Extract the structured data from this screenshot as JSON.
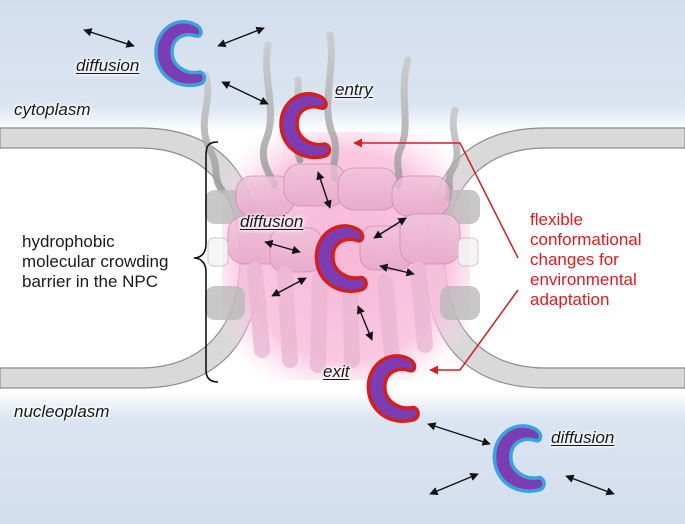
{
  "labels": {
    "diffusion_top": "diffusion",
    "entry": "entry",
    "cytoplasm": "cytoplasm",
    "diffusion_mid": "diffusion",
    "exit": "exit",
    "nucleoplasm": "nucleoplasm",
    "diffusion_bottom": "diffusion",
    "barrier": [
      "hydrophobic",
      "molecular crowding",
      "barrier in the NPC"
    ],
    "flexible": [
      "flexible",
      "conformational",
      "changes for",
      "environmental",
      "adaptation"
    ]
  },
  "colors": {
    "compartment_band": "#d5dfee",
    "membrane_fill": "#d9d9d9",
    "membrane_stroke": "#8c8c8c",
    "pore_glow": "#f5a9cf",
    "protein_fill": "#7b3cb4",
    "protein_outline_free": "#3ba3dc",
    "protein_outline_bound": "#d51e1e",
    "annotation_red": "#d42020"
  }
}
